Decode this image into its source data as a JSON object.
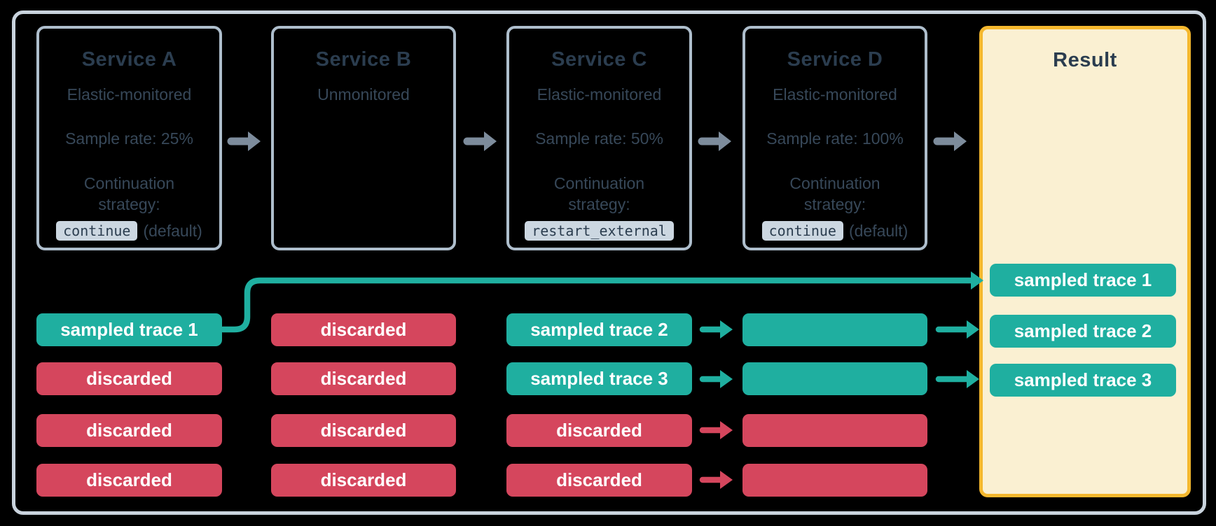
{
  "colors": {
    "background": "#000000",
    "frame_border": "#C9D3DD",
    "box_border": "#AEBECC",
    "title_text": "#2B3D4F",
    "body_text": "#374859",
    "badge_bg": "#CCD7E1",
    "teal": "#1FAFA0",
    "red": "#D5465D",
    "pill_text": "#FFFFFF",
    "result_bg": "#FAF0D2",
    "result_border": "#F5B82E",
    "gray_arrow": "#7D8C9C"
  },
  "services": [
    {
      "title": "Service A",
      "subtitle": "Elastic-monitored",
      "sample_rate": "Sample rate: 25%",
      "strategy_label": "Continuation strategy:",
      "strategy_value": "continue",
      "strategy_suffix": "(default)"
    },
    {
      "title": "Service B",
      "subtitle": "Unmonitored"
    },
    {
      "title": "Service C",
      "subtitle": "Elastic-monitored",
      "sample_rate": "Sample rate: 50%",
      "strategy_label": "Continuation strategy:",
      "strategy_value": "restart_external",
      "strategy_suffix": ""
    },
    {
      "title": "Service D",
      "subtitle": "Elastic-monitored",
      "sample_rate": "Sample rate: 100%",
      "strategy_label": "Continuation strategy:",
      "strategy_value": "continue",
      "strategy_suffix": "(default)"
    }
  ],
  "result": {
    "title": "Result",
    "pills": [
      {
        "label": "sampled trace 1",
        "kind": "sampled"
      },
      {
        "label": "sampled trace 2",
        "kind": "sampled"
      },
      {
        "label": "sampled trace 3",
        "kind": "sampled"
      }
    ]
  },
  "trace_columns": [
    {
      "service": "Service A",
      "pills": [
        {
          "label": "sampled trace 1",
          "kind": "sampled"
        },
        {
          "label": "discarded",
          "kind": "discarded"
        },
        {
          "label": "discarded",
          "kind": "discarded"
        },
        {
          "label": "discarded",
          "kind": "discarded"
        }
      ]
    },
    {
      "service": "Service B",
      "pills": [
        {
          "label": "discarded",
          "kind": "discarded"
        },
        {
          "label": "discarded",
          "kind": "discarded"
        },
        {
          "label": "discarded",
          "kind": "discarded"
        },
        {
          "label": "discarded",
          "kind": "discarded"
        }
      ]
    },
    {
      "service": "Service C",
      "pills": [
        {
          "label": "sampled trace 2",
          "kind": "sampled"
        },
        {
          "label": "sampled trace 3",
          "kind": "sampled"
        },
        {
          "label": "discarded",
          "kind": "discarded"
        },
        {
          "label": "discarded",
          "kind": "discarded"
        }
      ]
    },
    {
      "service": "Service D",
      "pills": [
        {
          "label": "",
          "kind": "sampled"
        },
        {
          "label": "",
          "kind": "sampled"
        },
        {
          "label": "",
          "kind": "discarded"
        },
        {
          "label": "",
          "kind": "discarded"
        }
      ]
    }
  ]
}
